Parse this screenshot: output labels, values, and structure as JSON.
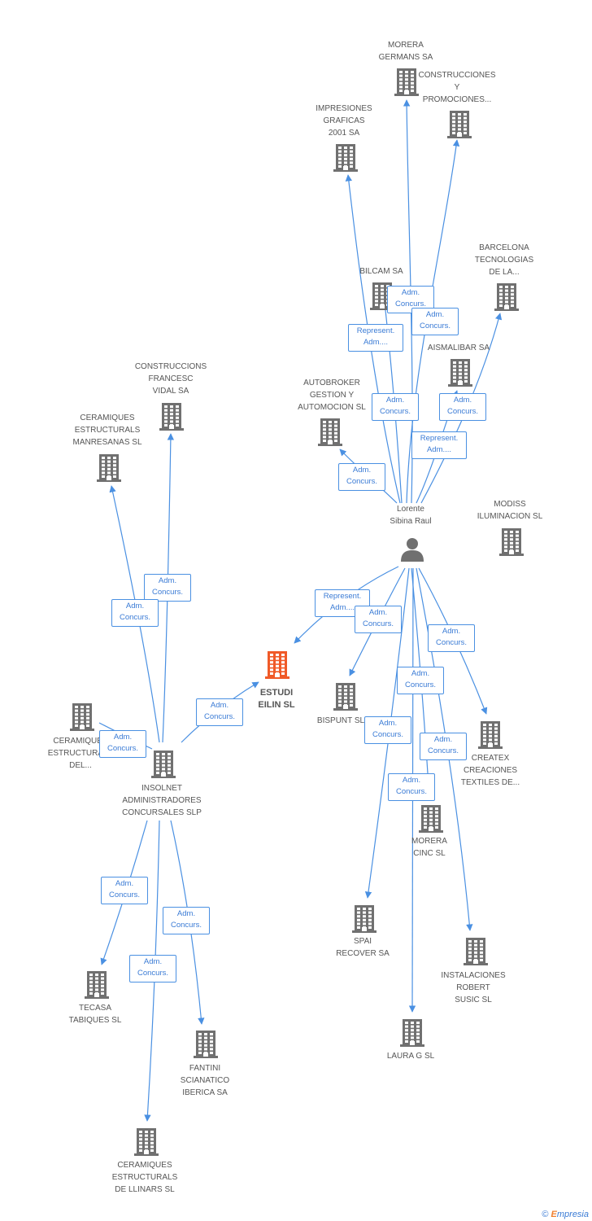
{
  "colors": {
    "edge": "#4a90e2",
    "node": "#707070",
    "focus": "#f05a28"
  },
  "person": {
    "label": "Lorente\nSibina Raul",
    "icon": "person-icon"
  },
  "focus_company": {
    "label": "ESTUDI\nEILIN SL",
    "icon": "building-icon"
  },
  "companies": [
    {
      "id": "morera_germans",
      "label": "MORERA\nGERMANS SA"
    },
    {
      "id": "construcciones_y_promociones",
      "label": "CONSTRUCCIONES\nY\nPROMOCIONES..."
    },
    {
      "id": "impresiones_graficas",
      "label": "IMPRESIONES\nGRAFICAS\n2001 SA"
    },
    {
      "id": "barcelona_tecnologias",
      "label": "BARCELONA\nTECNOLOGIAS\nDE LA..."
    },
    {
      "id": "bilcam",
      "label": "BILCAM SA"
    },
    {
      "id": "aismalibar",
      "label": "AISMALIBAR SA"
    },
    {
      "id": "autobroker",
      "label": "AUTOBROKER\nGESTION Y\nAUTOMOCION SL"
    },
    {
      "id": "modiss",
      "label": "MODISS\nILUMINACION SL"
    },
    {
      "id": "construccions_francesc",
      "label": "CONSTRUCCIONS\nFRANCESC\nVIDAL SA"
    },
    {
      "id": "ceramiques_manresanas",
      "label": "CERAMIQUES\nESTRUCTURALS\nMANRESANAS SL"
    },
    {
      "id": "ceramiques_del",
      "label": "CERAMIQUES\nESTRUCTURALS\nDEL..."
    },
    {
      "id": "insolnet",
      "label": "INSOLNET\nADMINISTRADORES\nCONCURSALES SLP"
    },
    {
      "id": "bispunt",
      "label": "BISPUNT SL"
    },
    {
      "id": "createx",
      "label": "CREATEX\nCREACIONES\nTEXTILES DE..."
    },
    {
      "id": "morera_cinc",
      "label": "MORERA\nCINC SL"
    },
    {
      "id": "spai_recover",
      "label": "SPAI\nRECOVER SA"
    },
    {
      "id": "instalaciones_robert",
      "label": "INSTALACIONES\nROBERT\nSUSIC SL"
    },
    {
      "id": "laura_g",
      "label": "LAURA G SL"
    },
    {
      "id": "tecasa",
      "label": "TECASA\nTABIQUES SL"
    },
    {
      "id": "fantini",
      "label": "FANTINI\nSCIANATICO\nIBERICA SA"
    },
    {
      "id": "ceramiques_llinars",
      "label": "CERAMIQUES\nESTRUCTURALS\nDE LLINARS SL"
    }
  ],
  "edge_labels": [
    {
      "id": "p_bilcam",
      "text": "Adm.\nConcurs."
    },
    {
      "id": "p_cyp",
      "text": "Adm.\nConcurs."
    },
    {
      "id": "p_impresiones",
      "text": "Represent.\nAdm...."
    },
    {
      "id": "p_morera_germans",
      "text": "Adm.\nConcurs."
    },
    {
      "id": "p_aismalibar",
      "text": "Adm.\nConcurs."
    },
    {
      "id": "p_barcelona",
      "text": "Represent.\nAdm...."
    },
    {
      "id": "p_autobroker",
      "text": "Adm.\nConcurs."
    },
    {
      "id": "p_modiss",
      "text": "Adm.\nConcurs."
    },
    {
      "id": "p_focus",
      "text": "Represent.\nAdm...."
    },
    {
      "id": "p_bispunt",
      "text": "Adm.\nConcurs."
    },
    {
      "id": "p_createx",
      "text": "Adm.\nConcurs."
    },
    {
      "id": "p_spai",
      "text": "Adm.\nConcurs."
    },
    {
      "id": "p_laura",
      "text": "Adm.\nConcurs."
    },
    {
      "id": "p_instalaciones",
      "text": "Adm.\nConcurs."
    },
    {
      "id": "p_morera_cinc",
      "text": "Adm.\nConcurs."
    },
    {
      "id": "i_francesc",
      "text": "Adm.\nConcurs."
    },
    {
      "id": "i_manresanas",
      "text": "Adm.\nConcurs."
    },
    {
      "id": "i_focus",
      "text": "Adm.\nConcurs."
    },
    {
      "id": "i_del",
      "text": "Adm.\nConcurs."
    },
    {
      "id": "i_tecasa",
      "text": "Adm.\nConcurs."
    },
    {
      "id": "i_fantini",
      "text": "Adm.\nConcurs."
    },
    {
      "id": "i_llinars",
      "text": "Adm.\nConcurs."
    }
  ],
  "footer": {
    "copyright": "©",
    "brand_first": "E",
    "brand_rest": "mpresia"
  }
}
